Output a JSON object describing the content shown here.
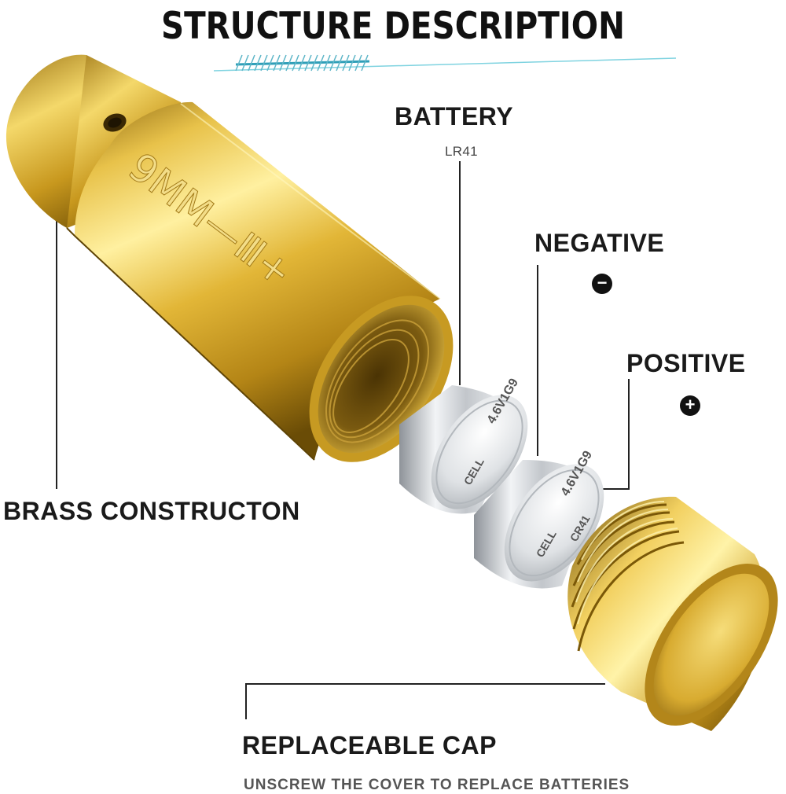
{
  "title": "STRUCTURE DESCRIPTION",
  "labels": {
    "battery": "BATTERY",
    "battery_model": "LR41",
    "negative": "NEGATIVE",
    "negative_symbol": "−",
    "positive": "POSITIVE",
    "positive_symbol": "+",
    "brass": "BRASS CONSTRUCTON",
    "cap": "REPLACEABLE CAP",
    "footer": "UNSCREW THE COVER TO REPLACE BATTERIES"
  },
  "engraving": "9MM—Ⅲ+",
  "battery_text": {
    "top": "CR41",
    "mid": "4.6V1G9",
    "bottom": "CELL"
  },
  "colors": {
    "brass": "#d4a828",
    "brass_light": "#fff2a8",
    "brass_dark": "#7a5a08",
    "silver": "#c9cdd2",
    "accent_line": "#5fc4d6",
    "text": "#1a1a1a"
  }
}
